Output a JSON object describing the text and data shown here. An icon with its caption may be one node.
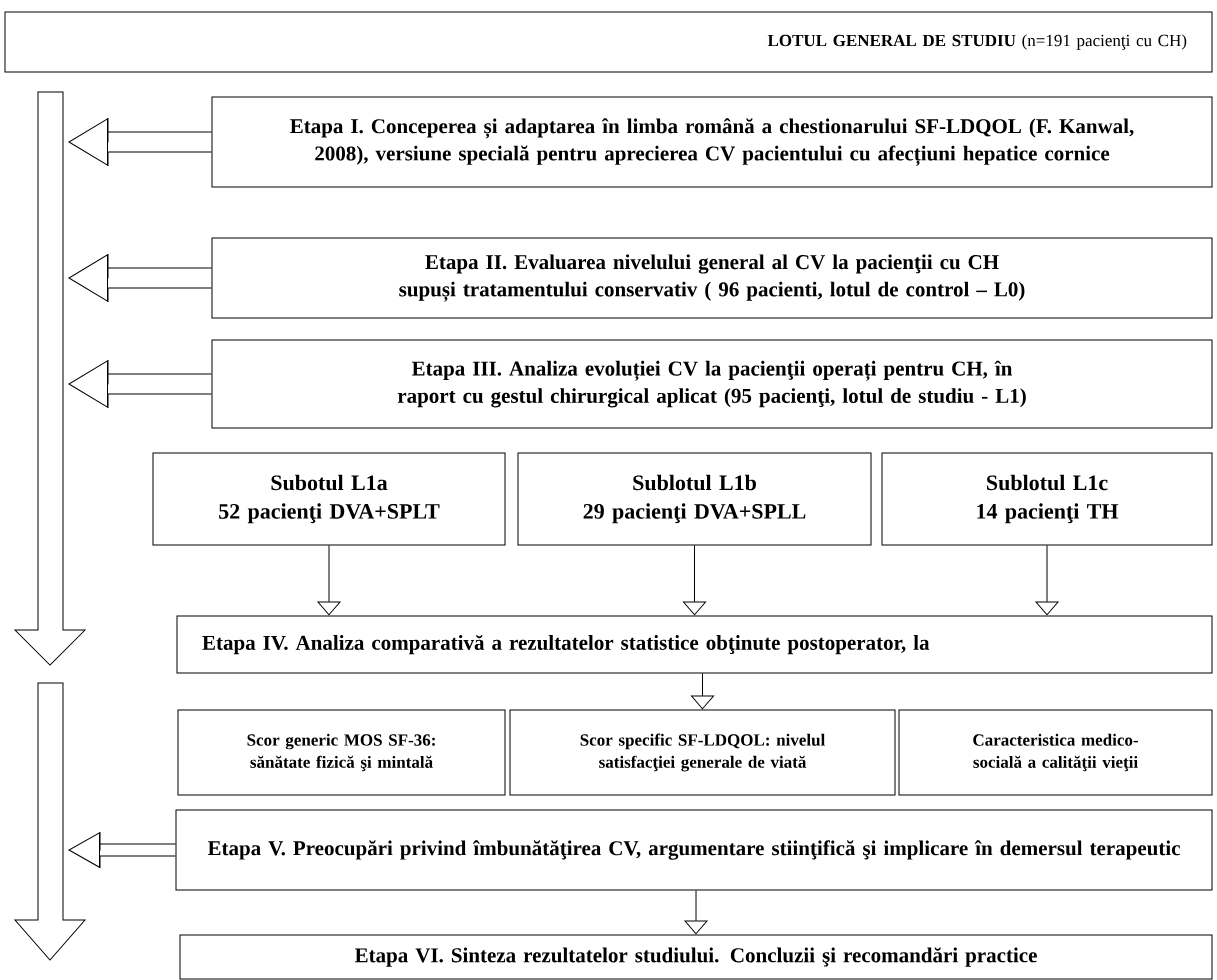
{
  "diagram": {
    "nodes": [
      {
        "text": [
          "**LOTUL GENERAL DE STUDIU**  (n=191 pacienţi cu CH)"
        ]
      },
      {
        "text": [
          "Etapa I. Conceperea și adaptarea în limba română a chestionarului SF-LDQOL (F. Kanwal, 2008), versiune specială pentru aprecierea CV pacientului cu afecțiuni hepatice cornice"
        ]
      },
      {
        "text": [
          "Etapa II.  Evaluarea nivelului general al CV la pacienţii cu CH supuși tratamentului conservativ ( 96 pacienti, lotul de control – L0)"
        ]
      },
      {
        "text": [
          "Etapa III.  Analiza evoluției CV la pacienţii operați pentru CH, în raport cu gestul chirurgical aplicat (95 pacienţi, lotul de studiu - L1)"
        ]
      },
      {
        "text": [
          "Subotul L1a",
          "52  pacienţi DVA+SPLT"
        ]
      },
      {
        "text": [
          "Sublotul L1b",
          "29 pacienţi DVA+SPLL"
        ]
      },
      {
        "text": [
          "Sublotul L1c",
          "14 pacienţi TH"
        ]
      },
      {
        "text": [
          "Etapa IV. Analiza comparativă a rezultatelor statistice obţinute postoperator, la"
        ]
      },
      {
        "text": [
          "Scor generic  MOS SF-36: sănătate fizică şi mintală"
        ]
      },
      {
        "text": [
          "Scor specific SF-LDQOL: nivelul satisfacţiei generale de viată"
        ]
      },
      {
        "text": [
          "Caracteristica medico-socială a calităţii vieţii"
        ]
      },
      {
        "text": [
          "Etapa V. Preocupări privind îmbunătăţirea CV, argumentare stiinţifică şi implicare în demersul terapeutic"
        ]
      },
      {
        "text": [
          "Etapa VI. Sinteza rezultatelor studiului. Concluzii şi recomandări practice"
        ]
      }
    ],
    "edges": [
      {
        "from": 1,
        "to": null,
        "arrow": "to"
      },
      {
        "from": 2,
        "to": null,
        "arrow": "to"
      },
      {
        "from": 3,
        "to": null,
        "arrow": "to"
      },
      {
        "from": 4,
        "to": 7,
        "arrow": "to"
      },
      {
        "from": 5,
        "to": 7,
        "arrow": "to"
      },
      {
        "from": 6,
        "to": 7,
        "arrow": "to"
      },
      {
        "from": 7,
        "to": 9,
        "arrow": "to"
      },
      {
        "from": 11,
        "to": null,
        "arrow": "to"
      },
      {
        "from": 11,
        "to": 12,
        "arrow": "to"
      }
    ]
  }
}
